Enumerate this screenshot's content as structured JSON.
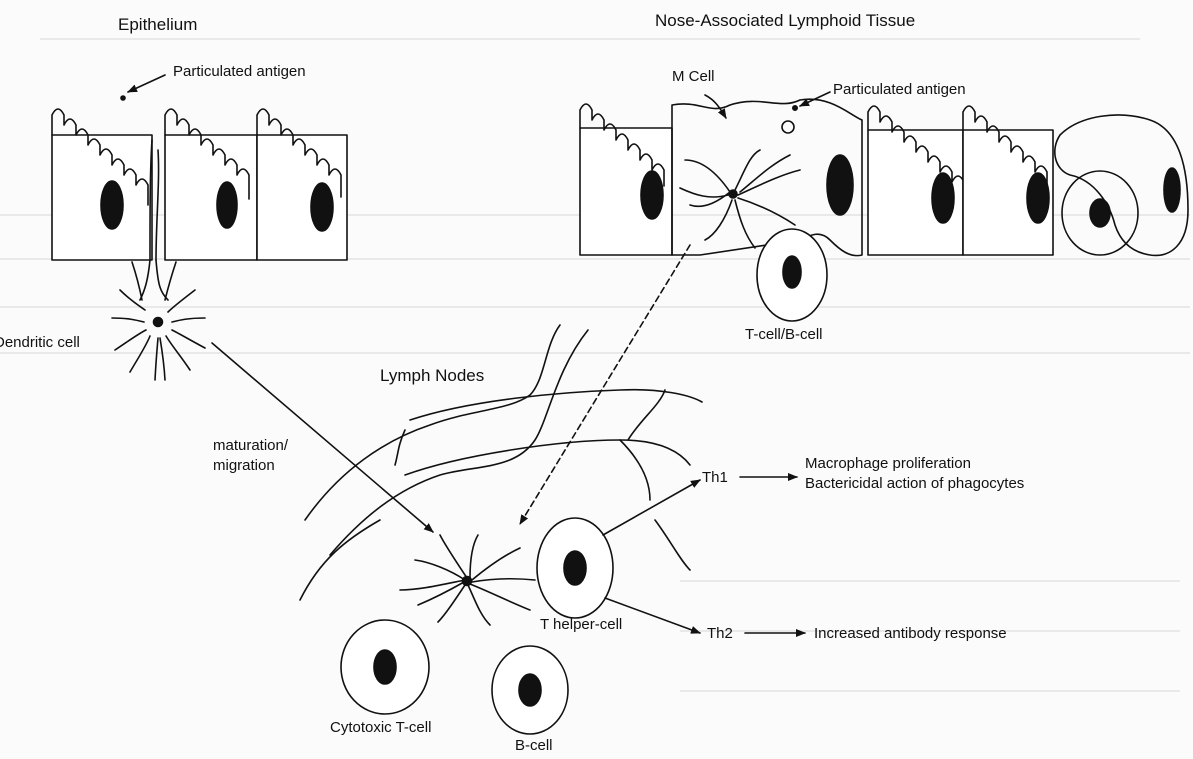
{
  "headings": {
    "epithelium": "Epithelium",
    "nalt": "Nose-Associated Lymphoid Tissue",
    "lymph_nodes": "Lymph Nodes"
  },
  "labels": {
    "particulated_antigen_left": "Particulated antigen",
    "m_cell": "M Cell",
    "particulated_antigen_right": "Particulated antigen",
    "dendritic_cell": "Dendritic cell",
    "t_b_cell": "T-cell/B-cell",
    "maturation": "maturation/",
    "migration": "migration",
    "th1": "Th1",
    "th1_effect_1": "Macrophage proliferation",
    "th1_effect_2": "Bactericidal action of phagocytes",
    "t_helper": "T helper-cell",
    "th2": "Th2",
    "th2_effect": "Increased antibody response",
    "cytotoxic": "Cytotoxic T-cell",
    "b_cell": "B-cell"
  },
  "colors": {
    "ink": "#111111",
    "background": "#fbfbfb"
  }
}
